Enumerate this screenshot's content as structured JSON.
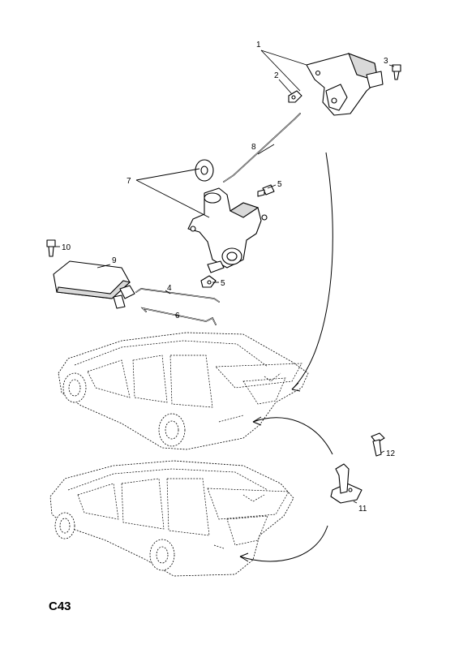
{
  "diagram_code": "C43",
  "callouts": {
    "c1": "1",
    "c2": "2",
    "c3": "3",
    "c4": "4",
    "c5a": "5",
    "c5b": "5",
    "c6": "6",
    "c7": "7",
    "c8": "8",
    "c9": "9",
    "c10": "10",
    "c11": "11",
    "c12": "12"
  }
}
